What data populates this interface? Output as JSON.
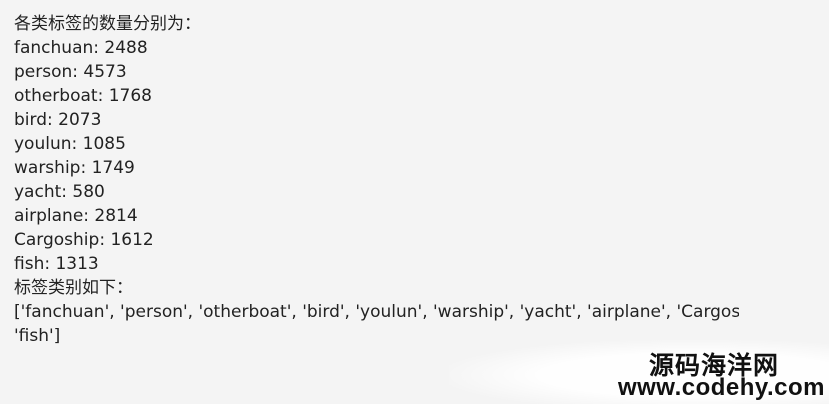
{
  "console": {
    "header": "各类标签的数量分别为：",
    "counts": [
      "fanchuan: 2488",
      "person: 4573",
      "otherboat: 1768",
      "bird: 2073",
      "youlun: 1085",
      "warship: 1749",
      "yacht: 580",
      "airplane: 2814",
      "Cargoship: 1612",
      "fish: 1313"
    ],
    "list_header": "标签类别如下：",
    "list_line_1": "['fanchuan', 'person', 'otherboat', 'bird', 'youlun', 'warship', 'yacht', 'airplane', 'Cargoship',",
    "list_line_2": "'fish']"
  },
  "watermark": {
    "title": "源码海洋网",
    "url": "www.codehy.com"
  }
}
